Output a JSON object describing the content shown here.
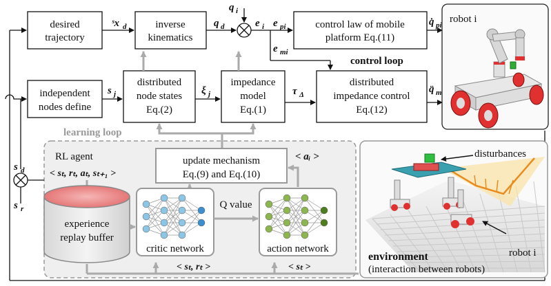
{
  "blocks": {
    "desired_trajectory": [
      "desired",
      "trajectory"
    ],
    "inverse_kinematics": [
      "inverse",
      "kinematics"
    ],
    "control_law": [
      "control law of mobile",
      "platform Eq.(11)"
    ],
    "independent_nodes": [
      "independent",
      "nodes define"
    ],
    "distributed_node_states": [
      "distributed",
      "node states",
      "Eq.(2)"
    ],
    "impedance_model": [
      "impedance",
      "model",
      "Eq.(1)"
    ],
    "distributed_impedance_control": [
      "distributed",
      "impedance control",
      "Eq.(12)"
    ],
    "update_mechanism": [
      "update mechanism",
      "Eq.(9) and Eq.(10)"
    ],
    "experience_replay": [
      "experience",
      "replay buffer"
    ]
  },
  "signals": {
    "xd": "ˢx",
    "xd_sub": "d",
    "qd": "q",
    "qd_sub": "d",
    "qi": "q",
    "qi_sub": "i",
    "ei": "e",
    "ei_sub": "i",
    "epi": "e",
    "epi_sub": "pi",
    "emi": "e",
    "emi_sub": "mi",
    "qdot_pi": "q̇",
    "qdot_pi_sub": "pi",
    "qddot_mi": "q̈",
    "qddot_mi_sub": "mi",
    "sj": "s",
    "sj_sub": "j",
    "xi_j": "ξ",
    "xi_j_sub": "j",
    "tau": "τ",
    "tau_sub": "Δ",
    "sd": "s",
    "sd_sub": "d",
    "sr": "s",
    "sr_sub": "r",
    "ai": "< aᵢ >",
    "transition": "< sₜ, rₜ, aₜ, sₜ₊₁ >",
    "strt": "< sₜ, rₜ >",
    "st": "< sₜ >",
    "q_value": "Q value"
  },
  "labels": {
    "control_loop": "control loop",
    "learning_loop": "learning loop",
    "rl_agent": "RL agent",
    "critic_network": "critic network",
    "action_network": "action network",
    "robot_label_top": "robot i",
    "robot_label_env": "robot i",
    "disturbances": "disturbances",
    "environment_bold": "environment",
    "environment_sub": "(interaction between robots)"
  },
  "colors": {
    "critic_nodes": "#8cc5e6",
    "actor_nodes": "#8db650",
    "buffer_top": "#e26b6b",
    "panel_gray": "#efefef",
    "robot_red": "#e03030"
  }
}
